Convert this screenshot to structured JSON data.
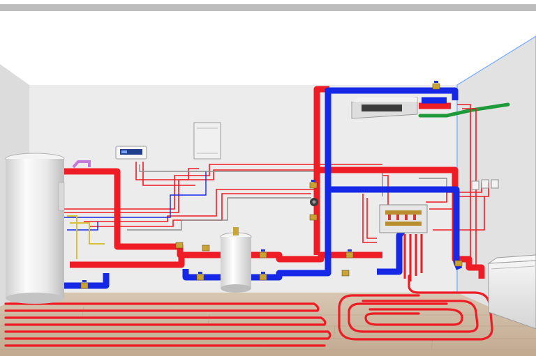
{
  "scene": {
    "type": "3d-hydronic-heating-schematic",
    "visible_text": []
  },
  "colors": {
    "supply_pipe": "#ee1c24",
    "return_pipe": "#1428e6",
    "gas_pipe": "#1f9a3a",
    "drain_pipe": "#c47ad8",
    "wall": "#e9e9e9",
    "side_wall": "#d7d7d7",
    "floor": "#c9b39a",
    "glass_edge": "#6fa8ff",
    "ceiling_line": "#b8b8b8"
  },
  "components": {
    "tank": "hot-water-cylinder",
    "thermostat": "wall-thermostat-display",
    "control_box": "wall-control-box",
    "expansion_vessel": "expansion-vessel",
    "manifold": "underfloor-manifold",
    "fan_coil": "ceiling-fan-coil-unit",
    "radiator": "floor-fan-convector",
    "floor_loops": "underfloor-heating-loops",
    "valves": "ball-valve-icon"
  }
}
